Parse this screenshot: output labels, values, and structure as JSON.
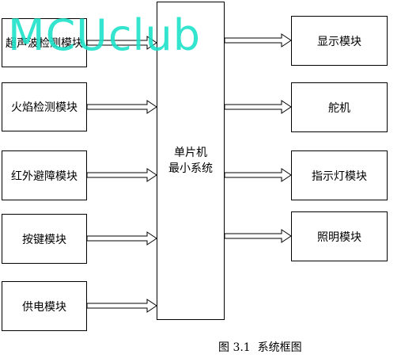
{
  "diagram": {
    "input_modules": [
      {
        "label": "超声波检测模块"
      },
      {
        "label": "火焰检测模块"
      },
      {
        "label": "红外避障模块"
      },
      {
        "label": "按键模块"
      },
      {
        "label": "供电模块"
      }
    ],
    "core": {
      "line1": "单片机",
      "line2": "最小系统"
    },
    "output_modules": [
      {
        "label": "显示模块"
      },
      {
        "label": "舵机"
      },
      {
        "label": "指示灯模块"
      },
      {
        "label": "照明模块"
      }
    ],
    "arrow_style": "hollow double-line block arrow"
  },
  "watermark": {
    "text": "MCUclub",
    "color": "#18e2c8"
  },
  "caption": {
    "number": "图 3.1",
    "title": "系统框图"
  }
}
